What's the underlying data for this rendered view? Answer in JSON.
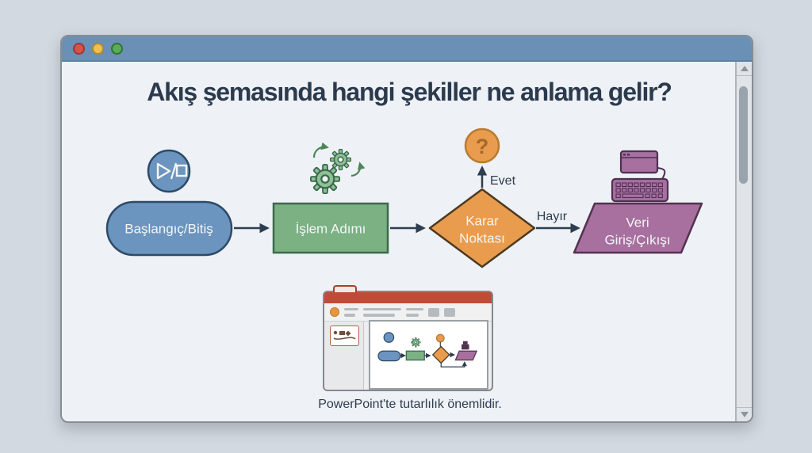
{
  "window": {
    "controls": [
      {
        "name": "close",
        "color": "#d5544a"
      },
      {
        "name": "minimize",
        "color": "#eec04d"
      },
      {
        "name": "maximize",
        "color": "#59ad5b"
      }
    ],
    "titlebar_color": "#6a90b5"
  },
  "heading": "Akış şemasında hangi şekiller ne anlama gelir?",
  "flowchart": {
    "start_end": {
      "label": "Başlangıç/Bitiş",
      "fill": "#6b94bf",
      "stroke": "#2e4a68"
    },
    "process": {
      "label": "İşlem Adımı",
      "fill": "#7bb183",
      "stroke": "#3b6a4b"
    },
    "decision": {
      "label1": "Karar",
      "label2": "Noktası",
      "fill": "#e99c4d",
      "stroke": "#4c3a22"
    },
    "data_io": {
      "label1": "Veri",
      "label2": "Giriş/Çıkışı",
      "fill": "#a7709f",
      "stroke": "#533250"
    },
    "yes_label": "Evet",
    "no_label": "Hayır",
    "question_glyph": "?"
  },
  "icons": {
    "start": "play-stop-circle",
    "process": "gears",
    "decision": "question-mark-circle",
    "data_io": "computer-keyboard"
  },
  "mockup": {
    "caption": "PowerPoint'te tutarlılık önemlidir.",
    "accent": "#c24b37"
  },
  "colors": {
    "page_bg": "#d2d9e0",
    "window_bg": "#eef1f5",
    "ink": "#2e3d50",
    "shape_text": "#f3f6f8"
  }
}
